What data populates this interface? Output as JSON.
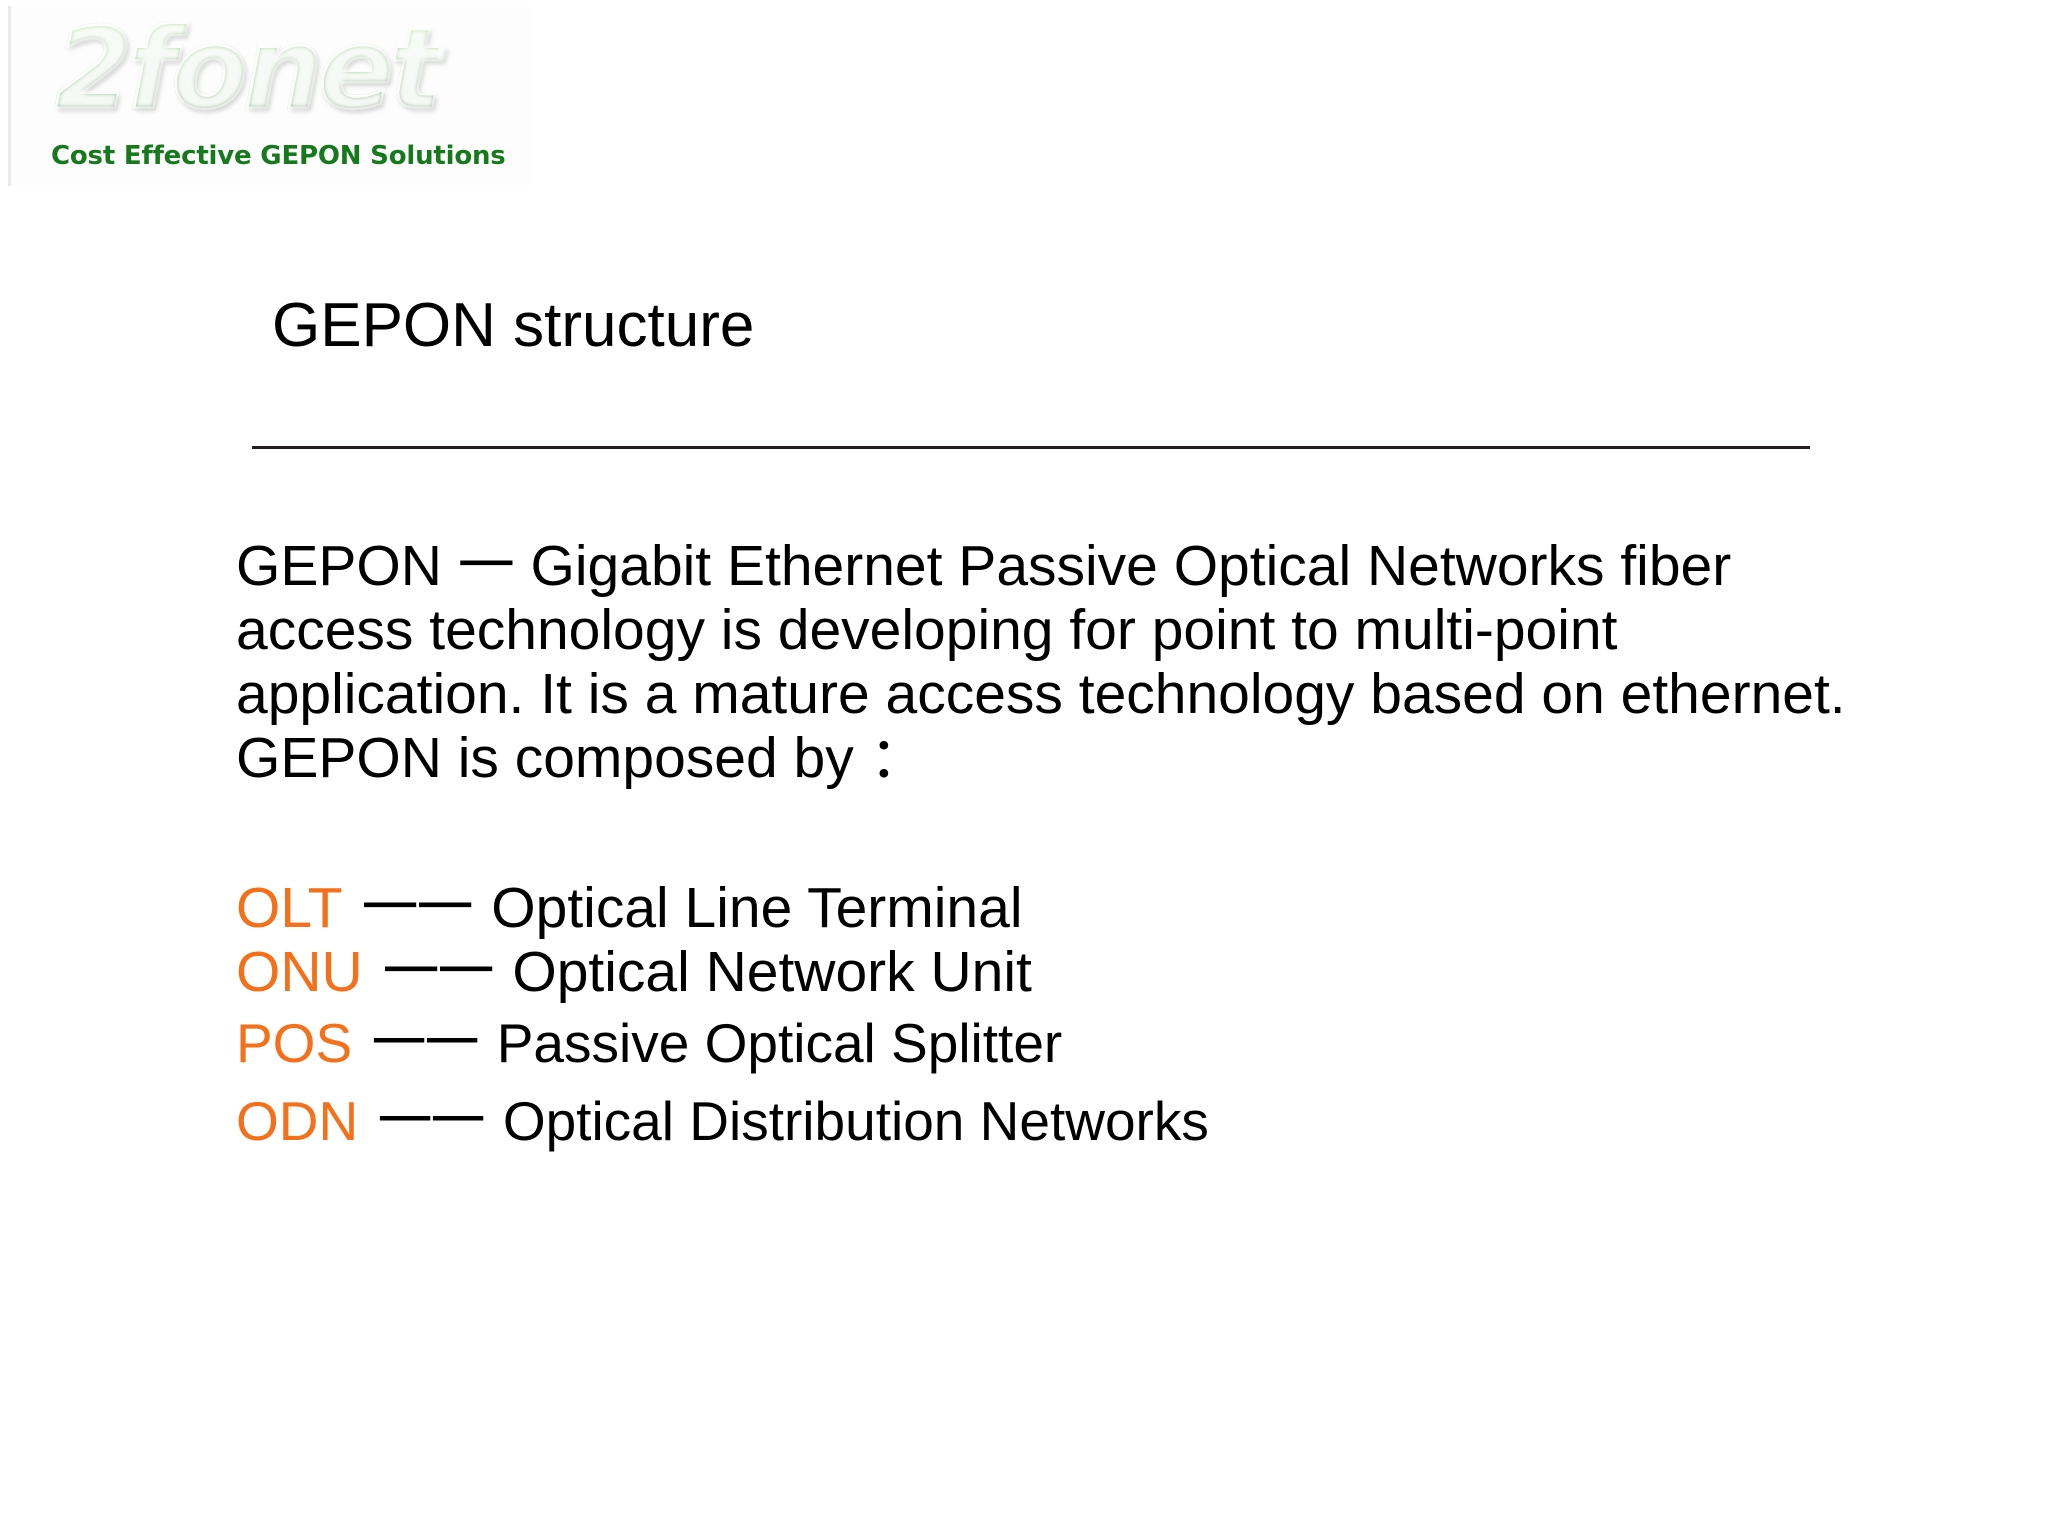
{
  "slide": {
    "logo": {
      "wordmark": "2fonet",
      "tagline": "Cost Effective GEPON Solutions",
      "brand_green_light": "#7dcf52",
      "brand_green_dark": "#1d6b1c"
    },
    "title": "GEPON structure",
    "divider_color": "#231f20",
    "body": {
      "lines": [
        "GEPON 一 Gigabit Ethernet Passive Optical Networks fiber",
        "access technology is developing for point to multi-point",
        "application. It is a mature access technology based on ethernet.",
        "GEPON is composed by ："
      ]
    },
    "acronyms": {
      "separator": "一一",
      "accent_color": "#F4701A",
      "items": [
        {
          "code": "OLT",
          "expansion": "Optical Line Terminal"
        },
        {
          "code": "ONU",
          "expansion": "Optical Network Unit"
        },
        {
          "code": "POS",
          "expansion": "Passive Optical Splitter"
        },
        {
          "code": "ODN",
          "expansion": "Optical Distribution Networks"
        }
      ]
    }
  }
}
